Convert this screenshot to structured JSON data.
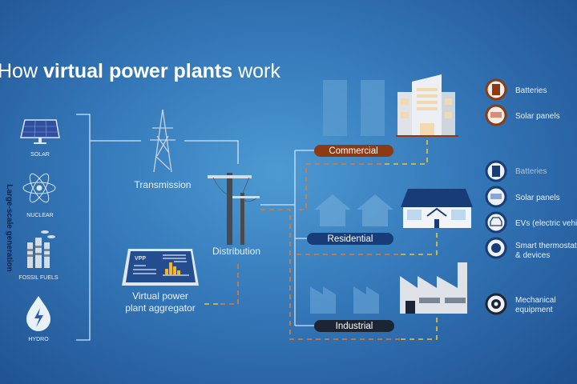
{
  "title": {
    "prefix": "How ",
    "bold": "virtual power plants",
    "suffix": " work"
  },
  "generation": {
    "group_label": "Large-scale generation",
    "sources": [
      {
        "label": "SOLAR",
        "icon": "solar-panel-icon"
      },
      {
        "label": "NUCLEAR",
        "icon": "atom-icon"
      },
      {
        "label": "FOSSIL FUELS",
        "icon": "smokestack-icon"
      },
      {
        "label": "HYDRO",
        "icon": "water-drop-icon"
      }
    ]
  },
  "grid": {
    "transmission": "Transmission",
    "distribution": "Distribution",
    "aggregator": {
      "line1": "Virtual power",
      "line2": "plant aggregator",
      "screen_label": "VPP"
    }
  },
  "sectors": {
    "commercial": {
      "label": "Commercial",
      "color": "#8b3a14"
    },
    "residential": {
      "label": "Residential",
      "color": "#173c78"
    },
    "industrial": {
      "label": "Industrial",
      "color": "#1c2533"
    }
  },
  "resources": {
    "commercial": [
      {
        "label": "Batteries",
        "icon": "battery-icon"
      },
      {
        "label": "Solar panels",
        "icon": "solar-panel-icon"
      }
    ],
    "residential": [
      {
        "label": "Batteries",
        "icon": "battery-icon"
      },
      {
        "label": "Solar panels",
        "icon": "solar-panel-icon"
      },
      {
        "label": "EVs (electric vehicles)",
        "icon": "car-icon"
      },
      {
        "label": "Smart thermostats",
        "label2": "& devices",
        "icon": "thermostat-icon"
      }
    ],
    "industrial": [
      {
        "label": "Mechanical",
        "label2": "equipment",
        "icon": "gear-icon"
      }
    ]
  },
  "colors": {
    "orange_dash": "#e8792a",
    "yellow_dash": "#f2c52c",
    "line": "#cfe3f5"
  }
}
